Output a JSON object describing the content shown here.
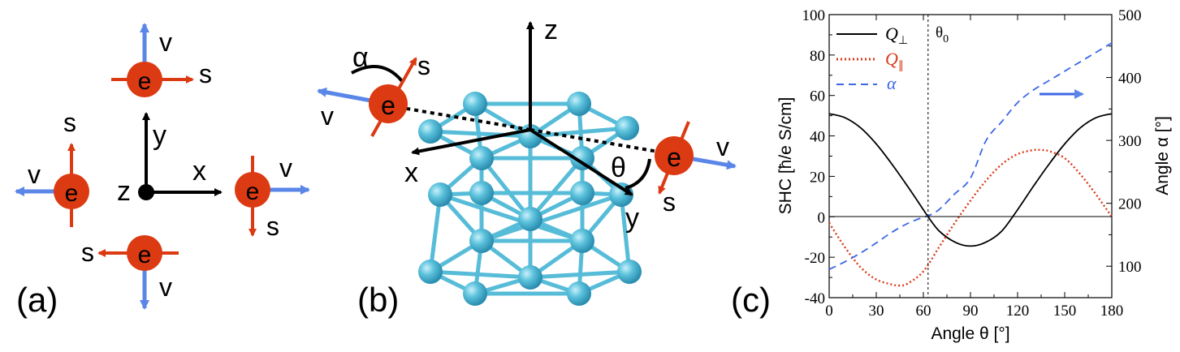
{
  "panel_a": {
    "label": "(a)",
    "electron": "e",
    "spin": "s",
    "velocity": "v",
    "axis_x": "x",
    "axis_y": "y",
    "axis_z": "z"
  },
  "panel_b": {
    "label": "(b)",
    "electron": "e",
    "spin": "s",
    "velocity": "v",
    "axis_x": "x",
    "axis_y": "y",
    "axis_z": "z",
    "angle_alpha": "α",
    "angle_theta": "θ"
  },
  "panel_c": {
    "label": "(c)",
    "theta0_label": "θ",
    "theta0_sub": "0",
    "legend": {
      "q_perp": "Q",
      "q_perp_sub": "⊥",
      "q_par": "Q",
      "q_par_sub": "∥",
      "alpha": "α"
    },
    "colors": {
      "q_perp": "#000000",
      "q_par": "#d93a17",
      "alpha": "#3c66e6"
    }
  },
  "colors": {
    "electron": "#dc3a12",
    "velocity_arrow": "#5a86e8",
    "atom": "#56bcd8",
    "bond": "#56bcd8"
  },
  "chart_data": {
    "type": "line",
    "xlabel": "Angle θ [°]",
    "ylabel": "SHC [ħ/e S/cm]",
    "y2label": "Angle α [°]",
    "xlim": [
      0,
      180
    ],
    "ylim": [
      -40,
      100
    ],
    "y2lim": [
      50,
      500
    ],
    "x_ticks": [
      "0",
      "30",
      "60",
      "90",
      "120",
      "150",
      "180"
    ],
    "y_ticks": [
      "-40",
      "-20",
      "0",
      "20",
      "40",
      "60",
      "80",
      "100"
    ],
    "y2_ticks": [
      "100",
      "200",
      "300",
      "400",
      "500"
    ],
    "theta0": 63,
    "series": [
      {
        "name": "Q⊥",
        "axis": "left",
        "style": "solid",
        "x": [
          0,
          10,
          20,
          30,
          40,
          50,
          60,
          63,
          70,
          80,
          90,
          100,
          110,
          120,
          130,
          140,
          150,
          160,
          170,
          180
        ],
        "y": [
          51,
          49,
          44,
          36,
          26,
          15,
          3.5,
          0,
          -7,
          -12.5,
          -14.5,
          -12.5,
          -7,
          3.5,
          15,
          26,
          36,
          44,
          49,
          51
        ]
      },
      {
        "name": "Q∥",
        "axis": "left",
        "style": "dotted",
        "x": [
          0,
          10,
          20,
          30,
          40,
          45,
          50,
          60,
          70,
          80,
          90,
          100,
          110,
          120,
          130,
          135,
          140,
          150,
          160,
          170,
          180
        ],
        "y": [
          -3,
          -15,
          -25,
          -31,
          -33.5,
          -34,
          -33,
          -27,
          -15,
          -3,
          8,
          18,
          26,
          31,
          33,
          33,
          32.5,
          29,
          21,
          11,
          0
        ]
      },
      {
        "name": "α",
        "axis": "right",
        "style": "dashed",
        "x": [
          0,
          10,
          20,
          30,
          40,
          50,
          60,
          63,
          70,
          80,
          90,
          100,
          110,
          120,
          130,
          140,
          150,
          160,
          170,
          180
        ],
        "y": [
          95,
          107,
          121,
          137,
          154,
          168,
          178,
          180,
          190,
          215,
          240,
          300,
          330,
          360,
          380,
          395,
          410,
          425,
          440,
          455
        ]
      }
    ]
  }
}
